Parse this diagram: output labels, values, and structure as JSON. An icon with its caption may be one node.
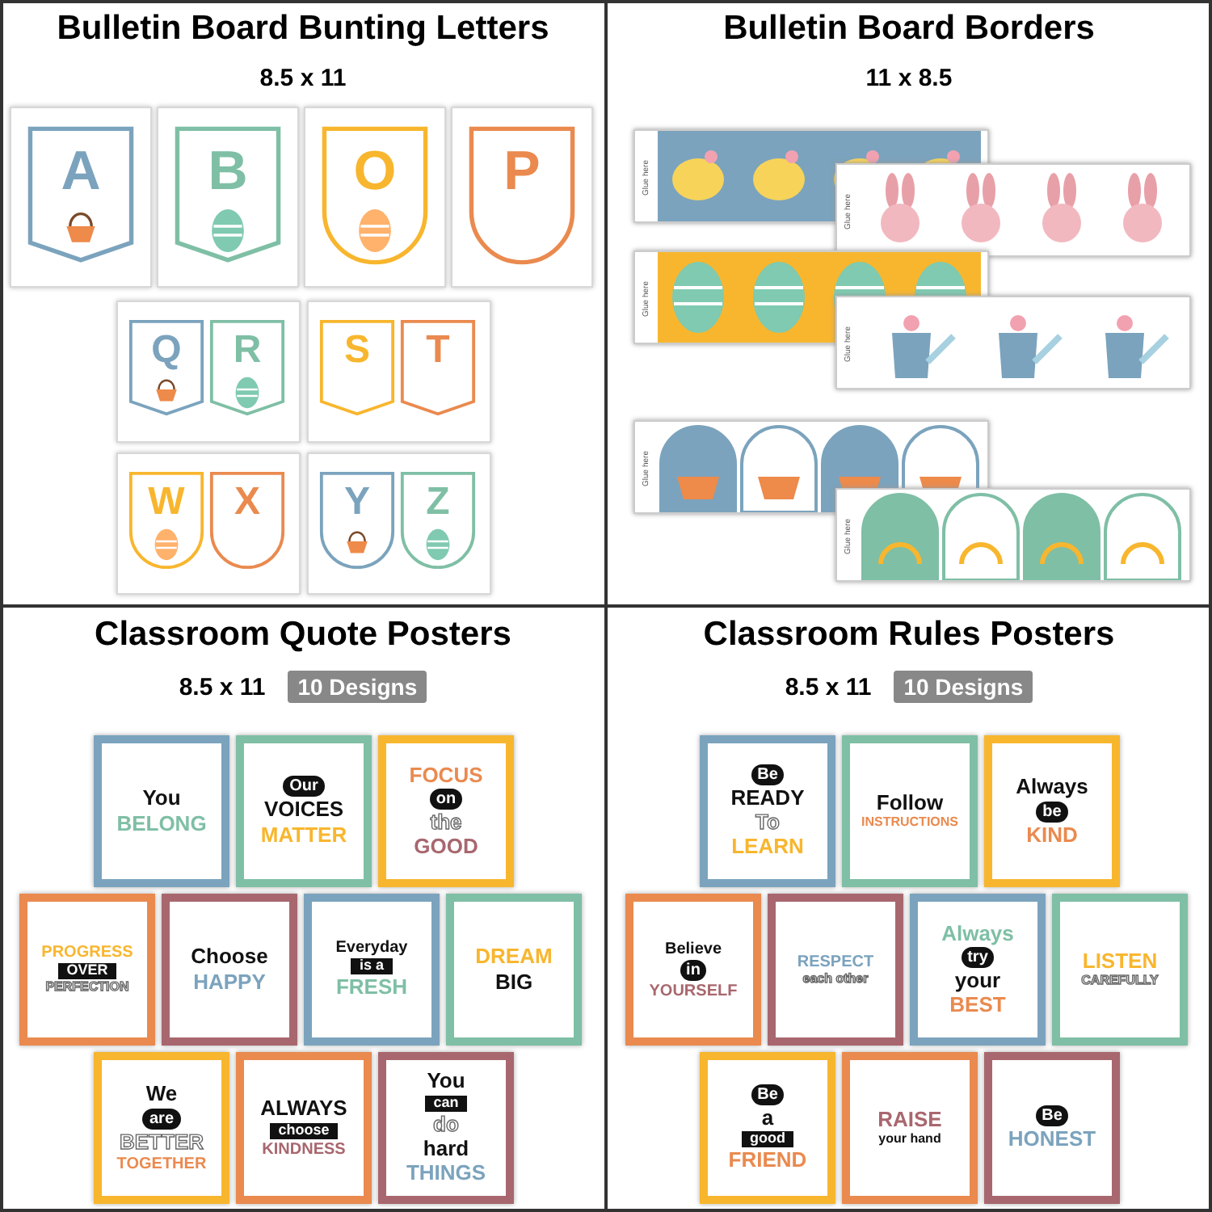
{
  "diagram": {
    "nodes": [
      {
        "text": [
          "Bulletin Board Bunting Letters",
          "8.5 x 11"
        ]
      },
      {
        "text": [
          "A"
        ],
        "in": 0
      },
      {
        "text": [
          "B"
        ],
        "in": 0
      },
      {
        "text": [
          "O"
        ],
        "in": 0
      },
      {
        "text": [
          "P"
        ],
        "in": 0
      },
      {
        "text": [
          "Q"
        ],
        "in": 0
      },
      {
        "text": [
          "R"
        ],
        "in": 0
      },
      {
        "text": [
          "S"
        ],
        "in": 0
      },
      {
        "text": [
          "T"
        ],
        "in": 0
      },
      {
        "text": [
          "W"
        ],
        "in": 0
      },
      {
        "text": [
          "X"
        ],
        "in": 0
      },
      {
        "text": [
          "Y"
        ],
        "in": 0
      },
      {
        "text": [
          "Z"
        ],
        "in": 0
      },
      {
        "text": [
          "Bulletin Board Borders",
          "11 x 8.5"
        ]
      },
      {
        "text": [
          "Glue here"
        ],
        "in": 13
      },
      {
        "text": [
          "Glue here"
        ],
        "in": 13
      },
      {
        "text": [
          "Glue here"
        ],
        "in": 13
      },
      {
        "text": [
          "Glue here"
        ],
        "in": 13
      },
      {
        "text": [
          "Glue here"
        ],
        "in": 13
      },
      {
        "text": [
          "Glue here"
        ],
        "in": 13
      },
      {
        "text": [
          "Classroom Quote Posters",
          "8.5 x 11",
          "10 Designs"
        ]
      },
      {
        "text": [
          "You",
          "BELONG"
        ],
        "in": 20
      },
      {
        "text": [
          "Our",
          "VOICES",
          "MATTER"
        ],
        "in": 20
      },
      {
        "text": [
          "FOCUS",
          "on",
          "the",
          "GOOD"
        ],
        "in": 20
      },
      {
        "text": [
          "PROGRESS",
          "OVER",
          "PERFECTION"
        ],
        "in": 20
      },
      {
        "text": [
          "Choose",
          "HAPPY"
        ],
        "in": 20
      },
      {
        "text": [
          "Everyday",
          "is a",
          "FRESH"
        ],
        "in": 20
      },
      {
        "text": [
          "DREAM",
          "BIG"
        ],
        "in": 20
      },
      {
        "text": [
          "We",
          "are",
          "BETTER",
          "TOGETHER"
        ],
        "in": 20
      },
      {
        "text": [
          "ALWAYS",
          "choose",
          "KINDNESS"
        ],
        "in": 20
      },
      {
        "text": [
          "You",
          "can",
          "do",
          "hard",
          "THINGS"
        ],
        "in": 20
      },
      {
        "text": [
          "Classroom Rules Posters",
          "8.5 x 11",
          "10 Designs"
        ]
      },
      {
        "text": [
          "Be",
          "READY",
          "To",
          "LEARN"
        ],
        "in": 31
      },
      {
        "text": [
          "Follow",
          "INSTRUCTIONS"
        ],
        "in": 31
      },
      {
        "text": [
          "Always",
          "be",
          "KIND"
        ],
        "in": 31
      },
      {
        "text": [
          "Believe",
          "in",
          "YOURSELF"
        ],
        "in": 31
      },
      {
        "text": [
          "RESPECT",
          "each other"
        ],
        "in": 31
      },
      {
        "text": [
          "Always",
          "try",
          "your",
          "BEST"
        ],
        "in": 31
      },
      {
        "text": [
          "LISTEN",
          "CAREFULLY"
        ],
        "in": 31
      },
      {
        "text": [
          "Be",
          "a",
          "good",
          "FRIEND"
        ],
        "in": 31
      },
      {
        "text": [
          "RAISE",
          "your hand"
        ],
        "in": 31
      },
      {
        "text": [
          "Be",
          "HONEST"
        ],
        "in": 31
      }
    ]
  }
}
